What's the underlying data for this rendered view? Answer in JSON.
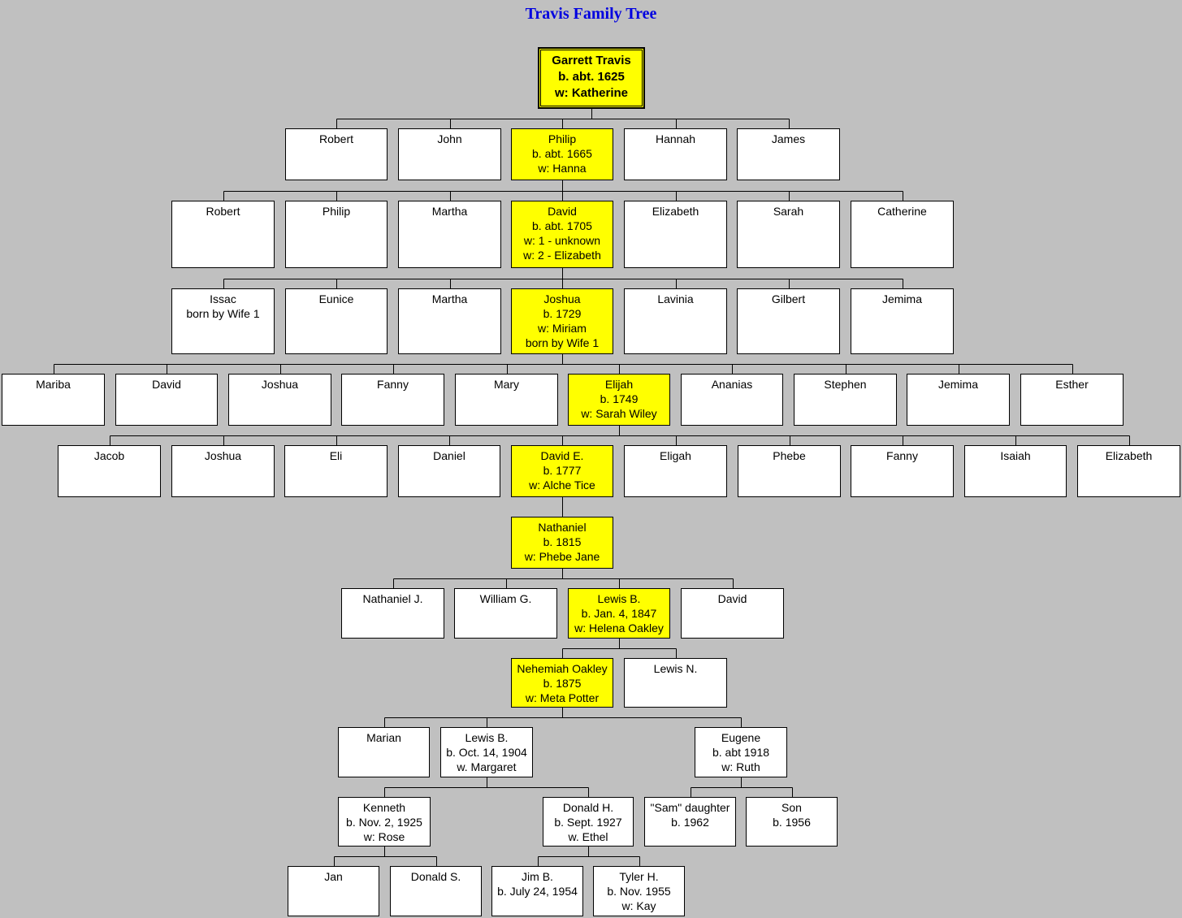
{
  "title": "Travis Family Tree",
  "people": {
    "garrett": [
      "Garrett Travis",
      "b. abt. 1625",
      "w: Katherine"
    ],
    "g1_robert": [
      "Robert"
    ],
    "g1_john": [
      "John"
    ],
    "g1_philip": [
      "Philip",
      "b. abt. 1665",
      "w: Hanna"
    ],
    "g1_hannah": [
      "Hannah"
    ],
    "g1_james": [
      "James"
    ],
    "g2_robert": [
      "Robert"
    ],
    "g2_philip": [
      "Philip"
    ],
    "g2_martha": [
      "Martha"
    ],
    "g2_david": [
      "David",
      "b. abt. 1705",
      "w: 1 - unknown",
      "w: 2 - Elizabeth"
    ],
    "g2_elizabeth": [
      "Elizabeth"
    ],
    "g2_sarah": [
      "Sarah"
    ],
    "g2_catherine": [
      "Catherine"
    ],
    "g3_issac": [
      "Issac",
      "born by Wife 1"
    ],
    "g3_eunice": [
      "Eunice"
    ],
    "g3_martha": [
      "Martha"
    ],
    "g3_joshua": [
      "Joshua",
      "b. 1729",
      "w: Miriam",
      "born by Wife 1"
    ],
    "g3_lavinia": [
      "Lavinia"
    ],
    "g3_gilbert": [
      "Gilbert"
    ],
    "g3_jemima": [
      "Jemima"
    ],
    "g4_mariba": [
      "Mariba"
    ],
    "g4_david": [
      "David"
    ],
    "g4_joshua": [
      "Joshua"
    ],
    "g4_fanny": [
      "Fanny"
    ],
    "g4_mary": [
      "Mary"
    ],
    "g4_elijah": [
      "Elijah",
      "b. 1749",
      "w: Sarah Wiley"
    ],
    "g4_ananias": [
      "Ananias"
    ],
    "g4_stephen": [
      "Stephen"
    ],
    "g4_jemima": [
      "Jemima"
    ],
    "g4_esther": [
      "Esther"
    ],
    "g5_jacob": [
      "Jacob"
    ],
    "g5_joshua": [
      "Joshua"
    ],
    "g5_eli": [
      "Eli"
    ],
    "g5_daniel": [
      "Daniel"
    ],
    "g5_davide": [
      "David E.",
      "b. 1777",
      "w: Alche Tice"
    ],
    "g5_eligah": [
      "Eligah"
    ],
    "g5_phebe": [
      "Phebe"
    ],
    "g5_fanny": [
      "Fanny"
    ],
    "g5_isaiah": [
      "Isaiah"
    ],
    "g5_elizabeth": [
      "Elizabeth"
    ],
    "g6_nathaniel": [
      "Nathaniel",
      "b. 1815",
      "w: Phebe Jane"
    ],
    "g7_nathanielj": [
      "Nathaniel J."
    ],
    "g7_williamg": [
      "William G."
    ],
    "g7_lewisb": [
      "Lewis B.",
      "b. Jan. 4, 1847",
      "w: Helena Oakley"
    ],
    "g7_david": [
      "David"
    ],
    "g8_nehemiah": [
      "Nehemiah Oakley",
      "b. 1875",
      "w: Meta Potter"
    ],
    "g8_lewisn": [
      "Lewis N."
    ],
    "g9_marian": [
      "Marian"
    ],
    "g9_lewisb": [
      "Lewis B.",
      "b. Oct. 14, 1904",
      "w. Margaret"
    ],
    "g9_eugene": [
      "Eugene",
      "b. abt 1918",
      "w: Ruth"
    ],
    "g10_kenneth": [
      "Kenneth",
      "b. Nov. 2, 1925",
      "w: Rose"
    ],
    "g10_donaldh": [
      "Donald H.",
      "b. Sept. 1927",
      "w. Ethel"
    ],
    "g10_samdaughter": [
      "\"Sam\" daughter",
      "b. 1962"
    ],
    "g10_son": [
      "Son",
      "b. 1956"
    ],
    "g11_jan": [
      "Jan"
    ],
    "g11_donalds": [
      "Donald S."
    ],
    "g11_jimb": [
      "Jim B.",
      "b. July 24, 1954"
    ],
    "g11_tylerh": [
      "Tyler H.",
      "b. Nov. 1955",
      "w: Kay"
    ]
  },
  "highlighted": [
    "garrett",
    "g1_philip",
    "g2_david",
    "g3_joshua",
    "g4_elijah",
    "g5_davide",
    "g6_nathaniel",
    "g7_lewisb",
    "g8_nehemiah"
  ],
  "tree": [
    [
      "garrett",
      [
        "g1_robert",
        "g1_john",
        "g1_philip",
        "g1_hannah",
        "g1_james"
      ]
    ],
    [
      "g1_philip",
      [
        "g2_robert",
        "g2_philip",
        "g2_martha",
        "g2_david",
        "g2_elizabeth",
        "g2_sarah",
        "g2_catherine"
      ]
    ],
    [
      "g2_david",
      [
        "g3_issac",
        "g3_eunice",
        "g3_martha",
        "g3_joshua",
        "g3_lavinia",
        "g3_gilbert",
        "g3_jemima"
      ]
    ],
    [
      "g3_joshua",
      [
        "g4_mariba",
        "g4_david",
        "g4_joshua",
        "g4_fanny",
        "g4_mary",
        "g4_elijah",
        "g4_ananias",
        "g4_stephen",
        "g4_jemima",
        "g4_esther"
      ]
    ],
    [
      "g4_elijah",
      [
        "g5_jacob",
        "g5_joshua",
        "g5_eli",
        "g5_daniel",
        "g5_davide",
        "g5_eligah",
        "g5_phebe",
        "g5_fanny",
        "g5_isaiah",
        "g5_elizabeth"
      ]
    ],
    [
      "g5_davide",
      [
        "g6_nathaniel"
      ]
    ],
    [
      "g6_nathaniel",
      [
        "g7_nathanielj",
        "g7_williamg",
        "g7_lewisb",
        "g7_david"
      ]
    ],
    [
      "g7_lewisb",
      [
        "g8_nehemiah",
        "g8_lewisn"
      ]
    ],
    [
      "g8_nehemiah",
      [
        "g9_marian",
        "g9_lewisb",
        "g9_eugene"
      ]
    ],
    [
      "g9_lewisb",
      [
        "g10_kenneth",
        "g10_donaldh"
      ]
    ],
    [
      "g9_eugene",
      [
        "g10_samdaughter",
        "g10_son"
      ]
    ],
    [
      "g10_kenneth",
      [
        "g11_jan",
        "g11_donalds"
      ]
    ],
    [
      "g10_donaldh",
      [
        "g11_jimb",
        "g11_tylerh"
      ]
    ]
  ]
}
